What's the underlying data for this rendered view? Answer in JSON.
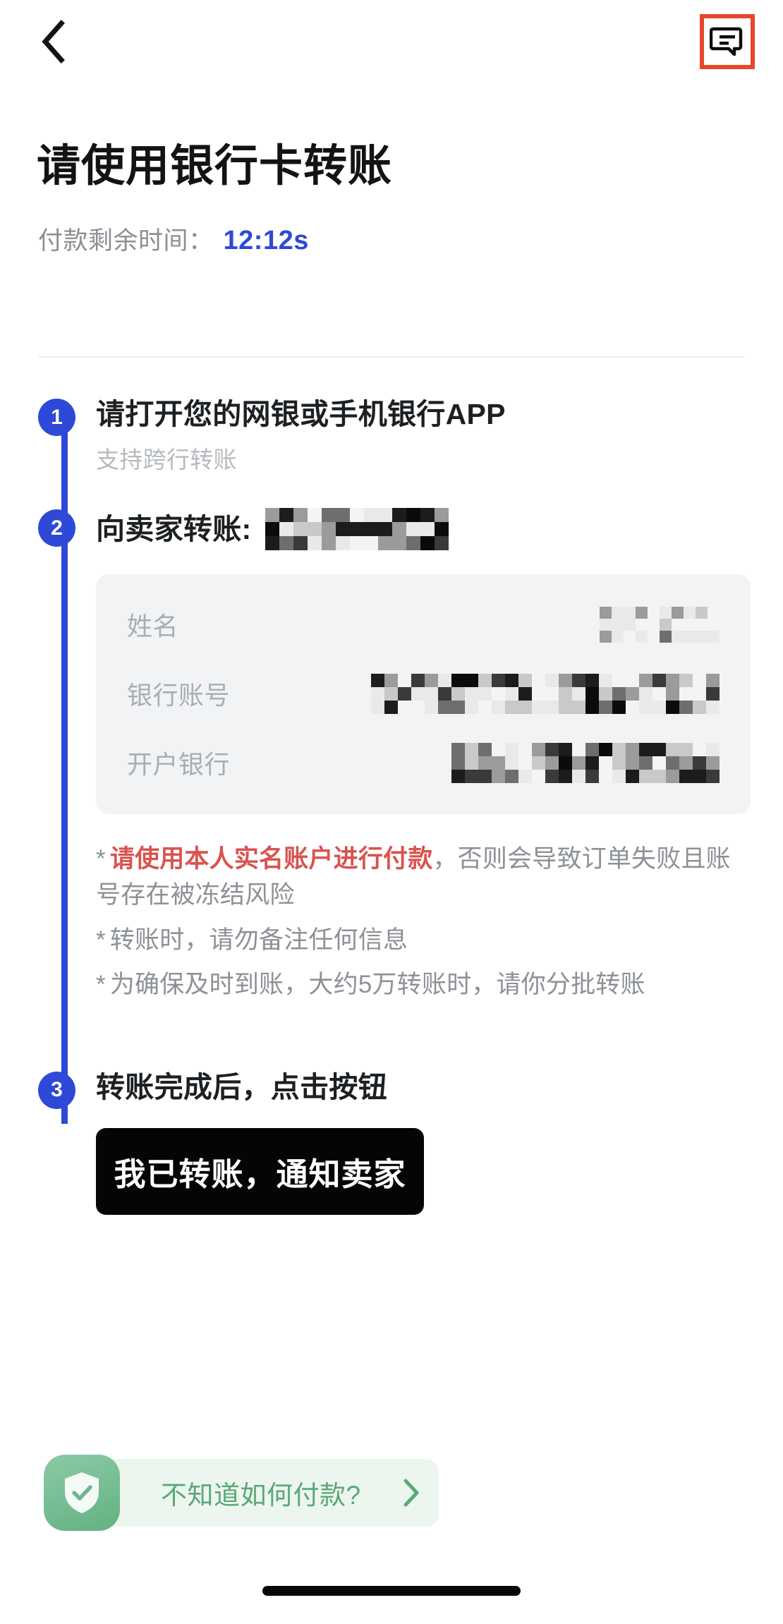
{
  "header": {
    "back_icon": "chevron-left-icon",
    "chat_icon": "chat-bubble-icon",
    "chat_highlight_color": "#E8462A"
  },
  "page": {
    "title": "请使用银行卡转账",
    "timer_label": "付款剩余时间：",
    "timer_value": "12:12s",
    "timer_color": "#2E49D8"
  },
  "steps": [
    {
      "number": "1",
      "title": "请打开您的网银或手机银行APP",
      "subtitle": "支持跨行转账"
    },
    {
      "number": "2",
      "title": "向卖家转账:",
      "value_redacted": true
    },
    {
      "number": "3",
      "title": "转账完成后，点击按钮"
    }
  ],
  "account_card": {
    "rows": [
      {
        "label": "姓名",
        "value_redacted": true
      },
      {
        "label": "银行账号",
        "value_redacted": true
      },
      {
        "label": "开户银行",
        "value_redacted": true
      }
    ]
  },
  "notes": [
    {
      "marker": "*",
      "emphasis": "请使用本人实名账户进行付款",
      "rest": "，否则会导致订单失败且账号存在被冻结风险",
      "emphasis_color": "#d9534f"
    },
    {
      "marker": "*",
      "emphasis": "",
      "rest": "转账时，请勿备注任何信息"
    },
    {
      "marker": "*",
      "emphasis": "",
      "rest": "为确保及时到账，大约5万转账时，请你分批转账"
    }
  ],
  "primary_button": {
    "label": "我已转账，通知卖家",
    "background": "#050505",
    "text_color": "#ffffff"
  },
  "help_banner": {
    "icon": "shield-check-icon",
    "label": "不知道如何付款?",
    "chevron_icon": "chevron-right-icon",
    "accent_color": "#5aa878",
    "background": "#ecf6ef"
  },
  "system": {
    "home_indicator": "home-indicator-bar"
  }
}
